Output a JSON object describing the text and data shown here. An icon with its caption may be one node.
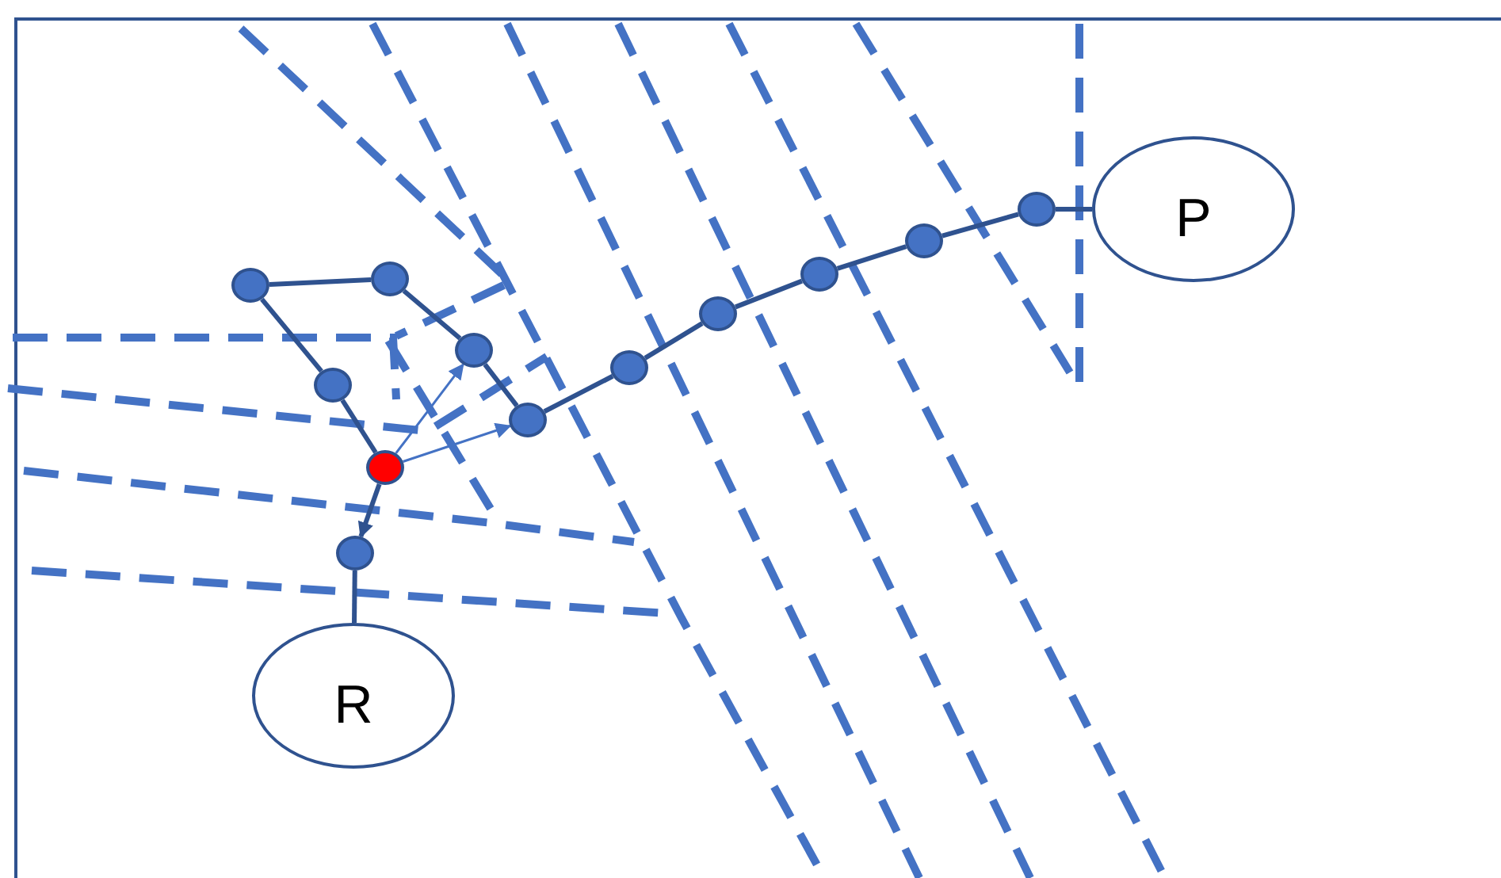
{
  "diagram": {
    "nodes": [
      {
        "text": [
          "R"
        ]
      },
      {
        "text": [],
        "shape": "circle"
      },
      {
        "text": [],
        "shape": "circle"
      },
      {
        "text": [],
        "shape": "circle"
      },
      {
        "text": [],
        "shape": "circle"
      },
      {
        "text": [],
        "shape": "circle"
      },
      {
        "text": [],
        "shape": "circle"
      },
      {
        "text": [],
        "shape": "circle"
      },
      {
        "text": [],
        "shape": "circle"
      },
      {
        "text": [],
        "shape": "circle"
      },
      {
        "text": [],
        "shape": "circle"
      },
      {
        "text": [],
        "shape": "circle"
      },
      {
        "text": [],
        "shape": "circle"
      },
      {
        "text": [
          "P"
        ]
      }
    ],
    "edges": [
      {
        "from": 0,
        "to": 1,
        "arrow": "none"
      },
      {
        "from": 2,
        "to": 1,
        "arrow": "to"
      },
      {
        "from": 2,
        "to": 3,
        "arrow": "none"
      },
      {
        "from": 3,
        "to": 4,
        "arrow": "none"
      },
      {
        "from": 4,
        "to": 5,
        "arrow": "none"
      },
      {
        "from": 5,
        "to": 6,
        "arrow": "none"
      },
      {
        "from": 6,
        "to": 7,
        "arrow": "none"
      },
      {
        "from": 7,
        "to": 8,
        "arrow": "none"
      },
      {
        "from": 8,
        "to": 9,
        "arrow": "none"
      },
      {
        "from": 9,
        "to": 10,
        "arrow": "none"
      },
      {
        "from": 10,
        "to": 11,
        "arrow": "none"
      },
      {
        "from": 11,
        "to": 12,
        "arrow": "none"
      },
      {
        "from": 12,
        "to": 13,
        "arrow": "none"
      },
      {
        "from": 2,
        "to": 6,
        "arrow": "to",
        "color": "#4472c4"
      },
      {
        "from": 2,
        "to": 7,
        "arrow": "to",
        "color": "#4472c4"
      }
    ]
  }
}
